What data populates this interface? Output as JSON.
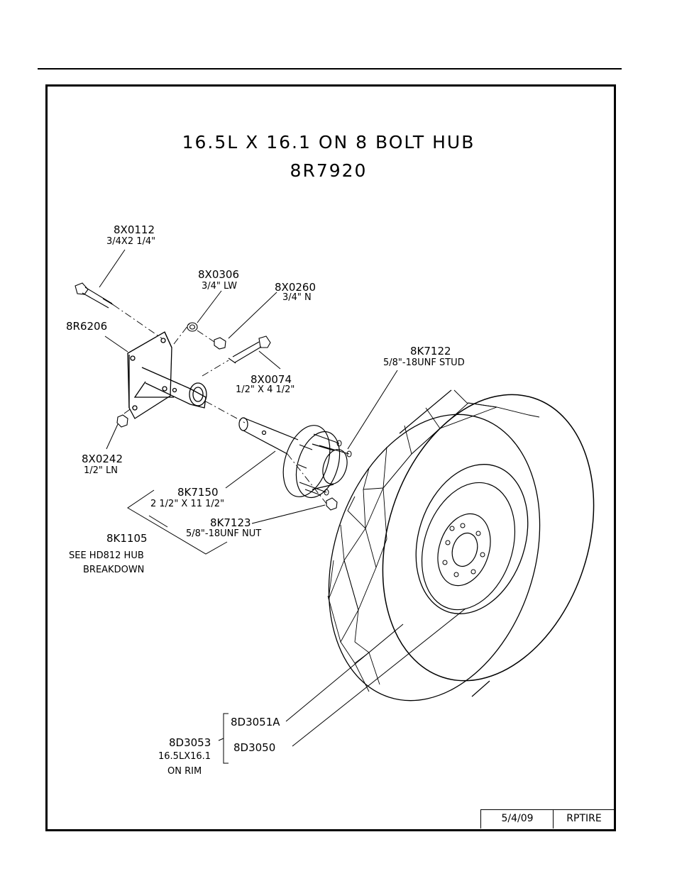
{
  "title": {
    "line1": "16.5L X 16.1 ON 8 BOLT HUB",
    "line2": "8R7920"
  },
  "parts": {
    "p8x0112": {
      "number": "8X0112",
      "desc": "3/4X2 1/4\""
    },
    "p8x0306": {
      "number": "8X0306",
      "desc": "3/4\" LW"
    },
    "p8x0260": {
      "number": "8X0260",
      "desc": "3/4\" N"
    },
    "p8r6206": {
      "number": "8R6206"
    },
    "p8k7122": {
      "number": "8K7122",
      "desc": "5/8\"-18UNF STUD"
    },
    "p8x0074": {
      "number": "8X0074",
      "desc": "1/2\" X 4 1/2\""
    },
    "p8x0242": {
      "number": "8X0242",
      "desc": "1/2\" LN"
    },
    "p8k7150": {
      "number": "8K7150",
      "desc": "2 1/2\" X 11 1/2\""
    },
    "p8k7123": {
      "number": "8K7123",
      "desc": "5/8\"-18UNF NUT"
    },
    "p8k1105": {
      "number": "8K1105",
      "note_line1": "SEE HD812 HUB",
      "note_line2": "BREAKDOWN"
    },
    "p8d3053": {
      "number": "8D3053",
      "desc_line1": "16.5LX16.1",
      "desc_line2": "ON RIM"
    },
    "p8d3051a": {
      "number": "8D3051A"
    },
    "p8d3050": {
      "number": "8D3050"
    }
  },
  "title_block": {
    "date": "5/4/09",
    "code": "RPTIRE"
  }
}
